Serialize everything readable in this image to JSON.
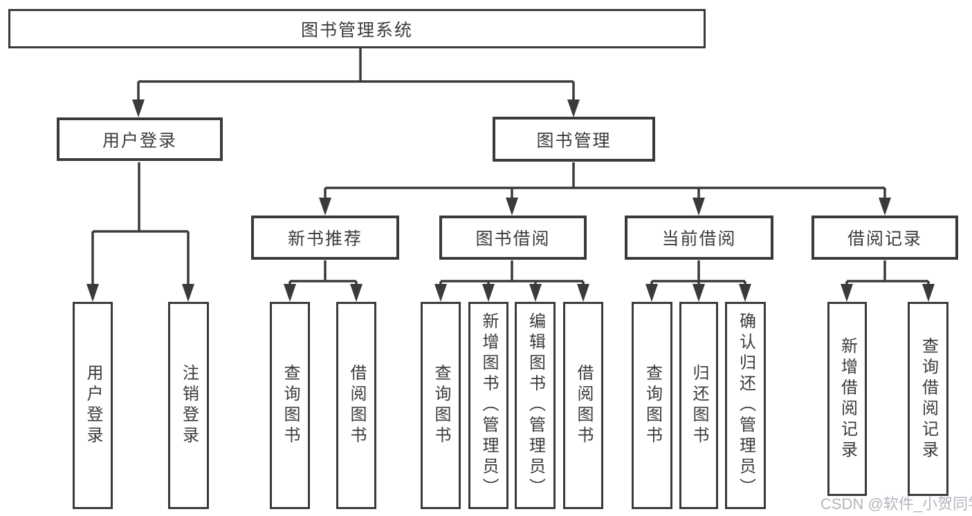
{
  "diagram": {
    "title": "图书管理系统",
    "root": {
      "label": "图书管理系统"
    },
    "level2": [
      {
        "id": "user-login",
        "label": "用户登录",
        "parent": "图书管理系统"
      },
      {
        "id": "book-management",
        "label": "图书管理",
        "parent": "图书管理系统"
      }
    ],
    "level3": [
      {
        "id": "new-book-recommend",
        "label": "新书推荐",
        "parent": "图书管理"
      },
      {
        "id": "book-borrow",
        "label": "图书借阅",
        "parent": "图书管理"
      },
      {
        "id": "current-borrow",
        "label": "当前借阅",
        "parent": "图书管理"
      },
      {
        "id": "borrow-records",
        "label": "借阅记录",
        "parent": "图书管理"
      }
    ],
    "leaves": [
      {
        "label": "用户登录",
        "parent": "用户登录"
      },
      {
        "label": "注销登录",
        "parent": "用户登录"
      },
      {
        "label": "查询图书",
        "parent": "新书推荐"
      },
      {
        "label": "借阅图书",
        "parent": "新书推荐"
      },
      {
        "label": "查询图书",
        "parent": "图书借阅"
      },
      {
        "label": "新增图书（管理员）",
        "parent": "图书借阅"
      },
      {
        "label": "编辑图书（管理员）",
        "parent": "图书借阅"
      },
      {
        "label": "借阅图书",
        "parent": "图书借阅"
      },
      {
        "label": "查询图书",
        "parent": "当前借阅"
      },
      {
        "label": "归还图书",
        "parent": "当前借阅"
      },
      {
        "label": "确认归还（管理员）",
        "parent": "当前借阅"
      },
      {
        "label": "新增借阅记录",
        "parent": "借阅记录"
      },
      {
        "label": "查询借阅记录",
        "parent": "借阅记录"
      }
    ],
    "watermark": "CSDN @软件_小贺同学",
    "colors": {
      "line": "#3a3a3a",
      "border": "#3a3a3a",
      "text": "#3b3b3b",
      "watermark": "#b1b5bc",
      "background": "#ffffff"
    }
  }
}
